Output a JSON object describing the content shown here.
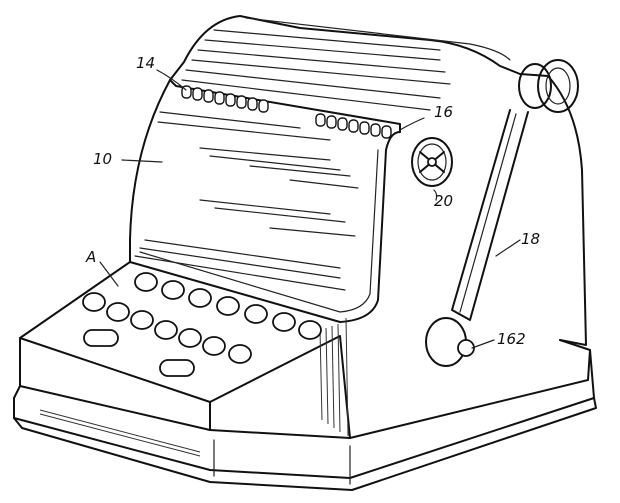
{
  "labels": {
    "l14": "14",
    "l16": "16",
    "l10": "10",
    "l20": "20",
    "lA": "A",
    "l18": "18",
    "l162": "162"
  },
  "colors": {
    "ink": "#111111",
    "paper": "#ffffff"
  }
}
